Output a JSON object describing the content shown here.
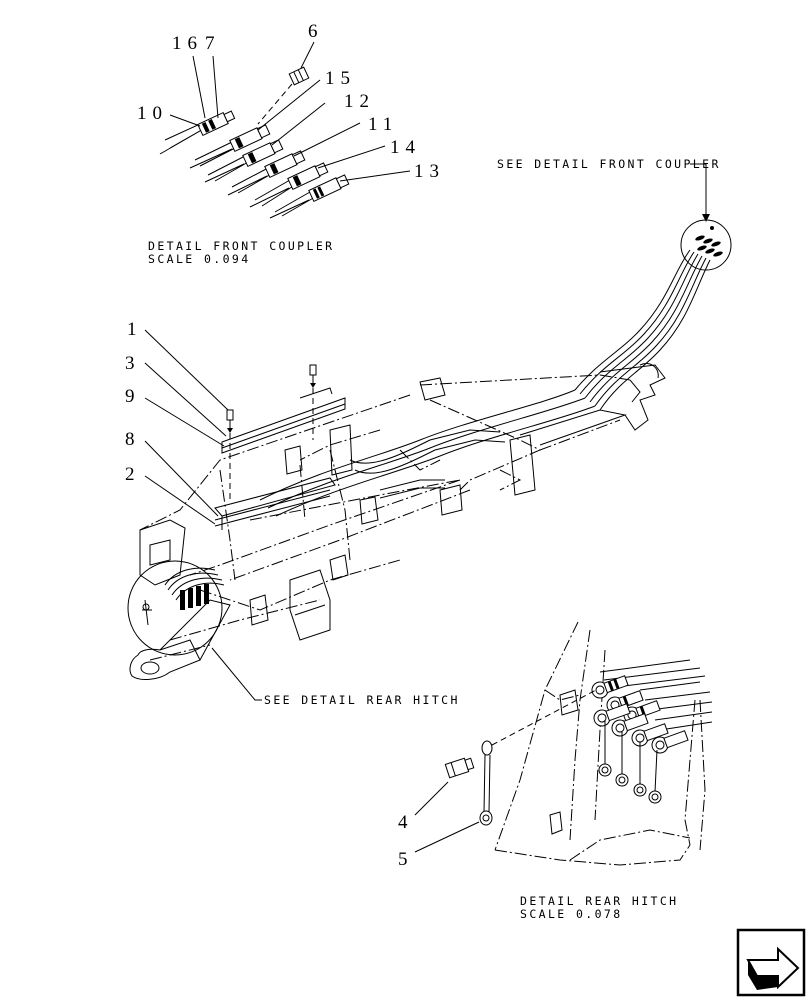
{
  "callouts": {
    "c1": "1",
    "c2": "2",
    "c3": "3",
    "c4": "4",
    "c5": "5",
    "c6": "6",
    "c7": "7",
    "c8": "8",
    "c9": "9",
    "c10": "10",
    "c11": "11",
    "c12": "12",
    "c13": "13",
    "c14": "14",
    "c15": "15",
    "c16": "16"
  },
  "captions": {
    "see_front": "SEE DETAIL  FRONT COUPLER",
    "see_rear": "SEE DETAIL  REAR HITCH",
    "front_title": "DETAIL  FRONT COUPLER",
    "front_scale": "SCALE  0.094",
    "rear_title": "DETAIL  REAR HITCH",
    "rear_scale": "SCALE  0.078"
  },
  "icons": {
    "nav": "next-page-arrow-icon"
  }
}
